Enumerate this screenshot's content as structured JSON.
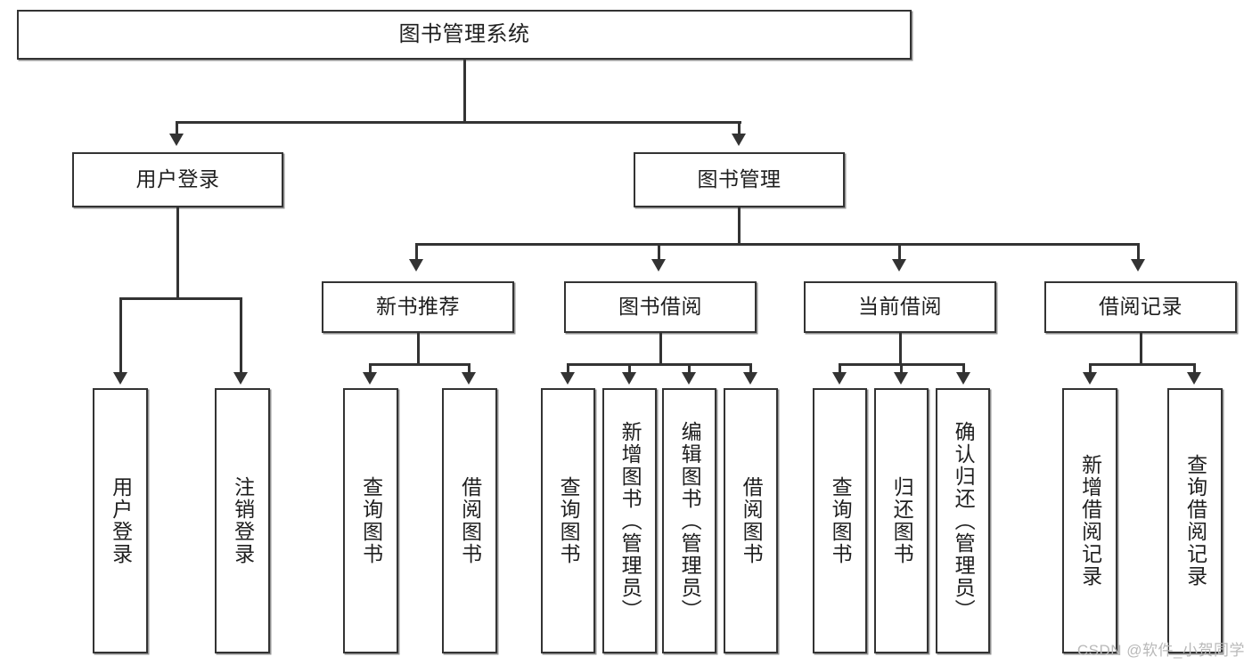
{
  "diagram": {
    "title": "图书管理系统",
    "type": "tree",
    "watermark": "CSDN @软件_小贺同学",
    "colors": {
      "box_border": "#333333",
      "box_fill": "#ffffff",
      "connector": "#333333",
      "text": "#1f1f1f",
      "watermark": "#b9b9b9",
      "background": "#ffffff"
    }
  },
  "root": {
    "label": "图书管理系统"
  },
  "level2": [
    {
      "label": "用户登录"
    },
    {
      "label": "图书管理"
    }
  ],
  "level3": [
    {
      "label": "新书推荐"
    },
    {
      "label": "图书借阅"
    },
    {
      "label": "当前借阅"
    },
    {
      "label": "借阅记录"
    }
  ],
  "leaves": {
    "user_login": [
      {
        "label": "用户登录"
      },
      {
        "label": "注销登录"
      }
    ],
    "new_book": [
      {
        "label": "查询图书"
      },
      {
        "label": "借阅图书"
      }
    ],
    "book_borrow": [
      {
        "label": "查询图书"
      },
      {
        "label": "新增图书（管理员）"
      },
      {
        "label": "编辑图书（管理员）"
      },
      {
        "label": "借阅图书"
      }
    ],
    "current_borrow": [
      {
        "label": "查询图书"
      },
      {
        "label": "归还图书"
      },
      {
        "label": "确认归还（管理员）"
      }
    ],
    "borrow_record": [
      {
        "label": "新增借阅记录"
      },
      {
        "label": "查询借阅记录"
      }
    ]
  }
}
